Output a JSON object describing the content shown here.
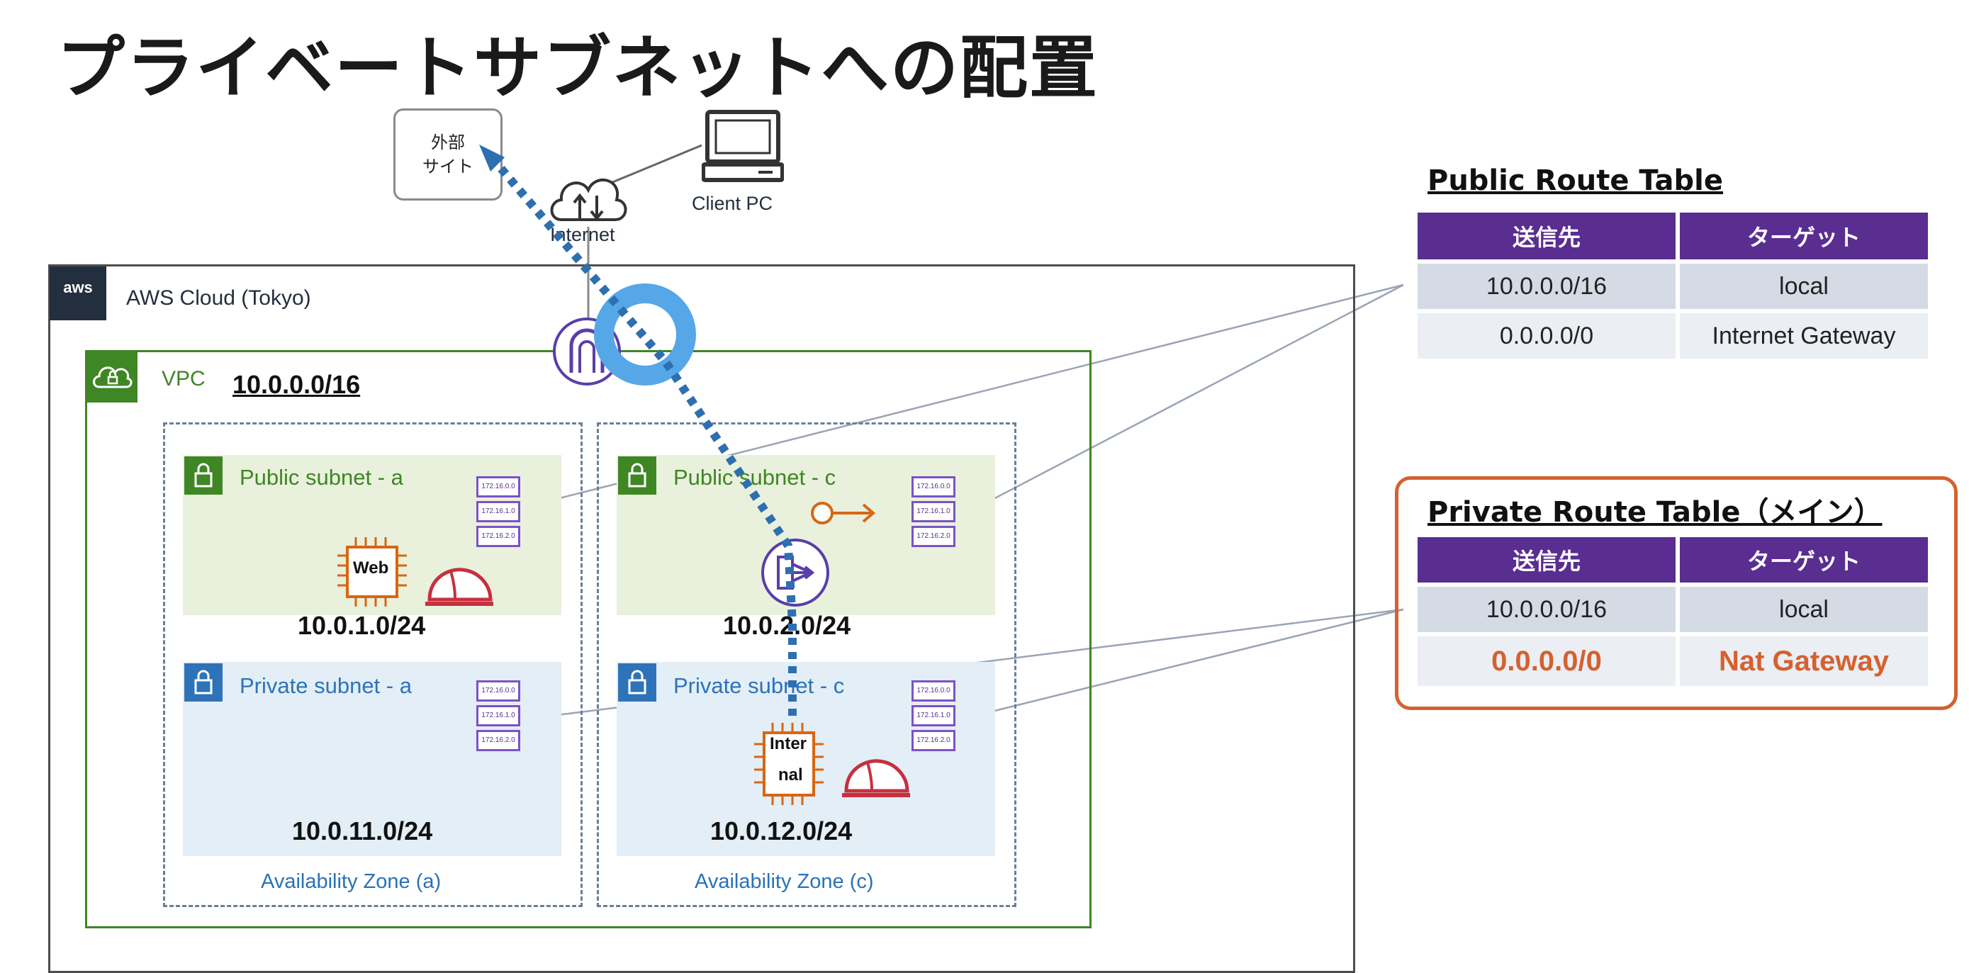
{
  "title": "プライベートサブネットへの配置",
  "external_site": {
    "line1": "外部",
    "line2": "サイト"
  },
  "internet_label": "Internet",
  "client_pc_label": "Client PC",
  "aws_logo_text": "aws",
  "aws_cloud_label": "AWS Cloud (Tokyo)",
  "vpc": {
    "label": "VPC",
    "cidr": "10.0.0.0/16"
  },
  "subnets": {
    "public_a": {
      "label": "Public subnet - a",
      "cidr": "10.0.1.0/24",
      "instance": "Web"
    },
    "public_c": {
      "label": "Public subnet - c",
      "cidr": "10.0.2.0/24"
    },
    "private_a": {
      "label": "Private subnet - a",
      "cidr": "10.0.11.0/24"
    },
    "private_c": {
      "label": "Private subnet - c",
      "cidr": "10.0.12.0/24",
      "instance_line1": "Inter",
      "instance_line2": "nal"
    }
  },
  "route_entries": [
    "172.16.0.0",
    "172.16.1.0",
    "172.16.2.0"
  ],
  "availability_zones": {
    "a": "Availability Zone (a)",
    "c": "Availability Zone (c)"
  },
  "public_route_table": {
    "title": "Public Route Table",
    "headers": [
      "送信先",
      "ターゲット"
    ],
    "rows": [
      [
        "10.0.0.0/16",
        "local"
      ],
      [
        "0.0.0.0/0",
        "Internet Gateway"
      ]
    ]
  },
  "private_route_table": {
    "title": "Private Route Table（メイン）",
    "headers": [
      "送信先",
      "ターゲット"
    ],
    "rows": [
      [
        "10.0.0.0/16",
        "local"
      ],
      [
        "0.0.0.0/0",
        "Nat Gateway"
      ]
    ]
  },
  "colors": {
    "public_subnet": "#3f8624",
    "private_subnet": "#2e73b8",
    "route_header": "#5a2d91",
    "highlight": "#d4612f",
    "flow_arrow": "#2e6fb0",
    "cursor_ring": "#55a7e8",
    "instance": "#d86613",
    "helmet": "#c7303f"
  }
}
